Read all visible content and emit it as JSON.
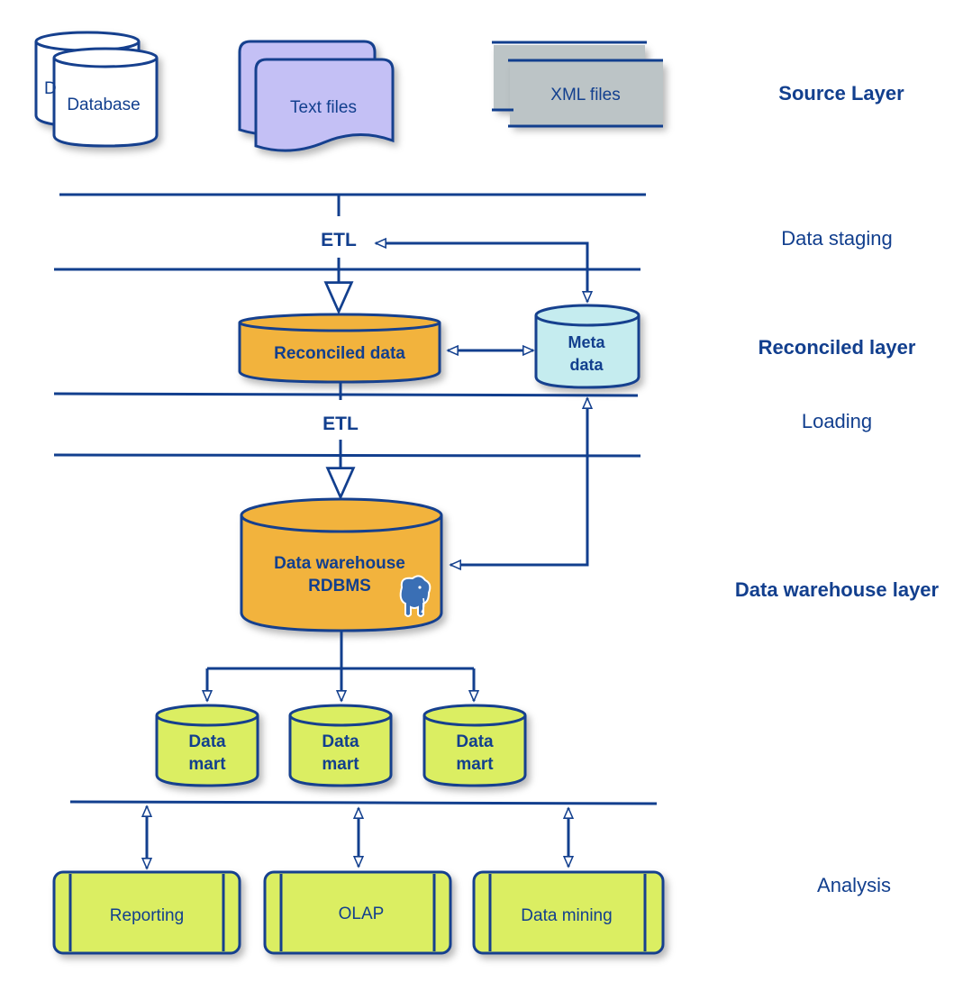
{
  "sources": {
    "database": "Database",
    "text_files": "Text files",
    "xml_files": "XML files"
  },
  "layers": {
    "source": "Source Layer",
    "staging": "Data staging",
    "reconciled": "Reconciled layer",
    "loading": "Loading",
    "warehouse": "Data warehouse layer",
    "analysis": "Analysis"
  },
  "etl": {
    "top": "ETL",
    "bottom": "ETL"
  },
  "reconciled": {
    "label": "Reconciled data"
  },
  "metadata": {
    "line1": "Meta",
    "line2": "data"
  },
  "warehouse": {
    "line1": "Data warehouse",
    "line2": "RDBMS"
  },
  "data_marts": [
    {
      "line1": "Data",
      "line2": "mart"
    },
    {
      "line1": "Data",
      "line2": "mart"
    },
    {
      "line1": "Data",
      "line2": "mart"
    }
  ],
  "tools": [
    {
      "label": "Reporting"
    },
    {
      "label": "OLAP"
    },
    {
      "label": "Data mining"
    }
  ],
  "colors": {
    "stroke": "#123f8e",
    "text_files_fill": "#c4c0f5",
    "xml_fill": "#bcc4c6",
    "orange_fill": "#f2b33c",
    "meta_fill": "#c5ecef",
    "green_fill": "#dbee62"
  },
  "icons": {
    "warehouse": "elephant-icon"
  }
}
